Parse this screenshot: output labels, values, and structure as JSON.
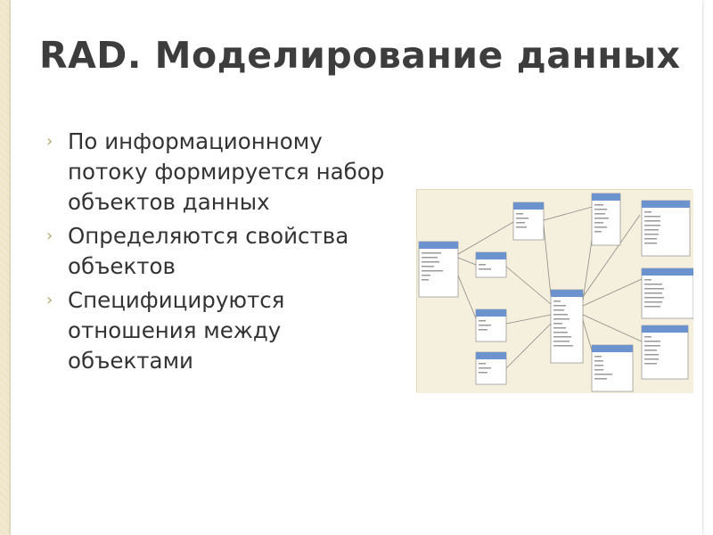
{
  "slide": {
    "title": "RAD. Моделирование данных",
    "bullets": [
      "По информационному потоку формируется набор объектов данных",
      "Определяются свойства объектов",
      "Специфицируются отношения между объектами"
    ],
    "bullet_marker": "›"
  },
  "colors": {
    "title": "#3d3d3d",
    "text": "#333333",
    "accent": "#b5a46a",
    "strip": "#efe5c8",
    "diagram_bg": "#f5f0dd",
    "table_header": "#6d93cf"
  }
}
